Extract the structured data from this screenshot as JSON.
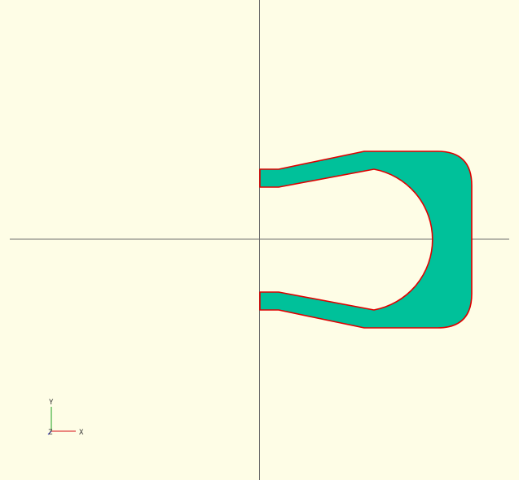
{
  "viewport": {
    "background_color": "#fefde6"
  },
  "main_axes": {
    "color": "#6e6e6e"
  },
  "model": {
    "fill_color": "#00c19a",
    "edge_color": "#e00000"
  },
  "axis_indicator": {
    "x_label": "X",
    "y_label": "Y",
    "z_label": "Z",
    "x_color": "#e04040",
    "y_color": "#40b040",
    "z_color": "#4040e0",
    "label_color": "#333333"
  }
}
